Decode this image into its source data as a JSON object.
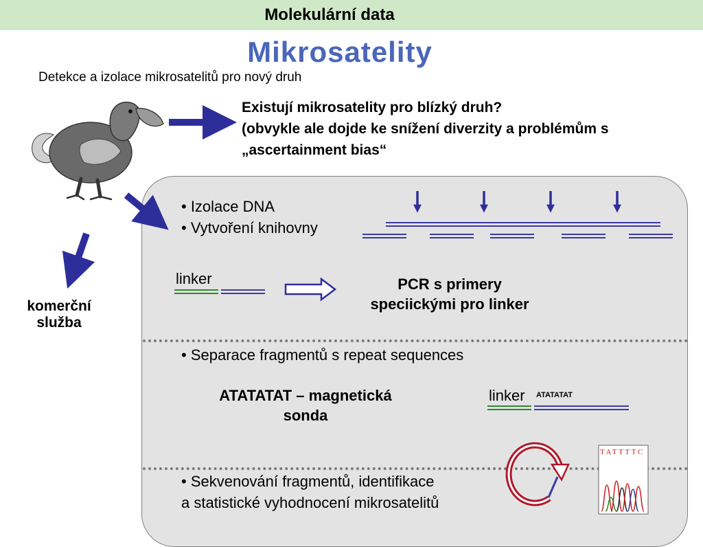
{
  "header": {
    "title": "Molekulární data"
  },
  "slide": {
    "title": "Mikrosatelity",
    "subtitle": "Detekce a izolace mikrosatelitů pro nový druh"
  },
  "question": {
    "line1": "Existují mikrosatelity pro blízký druh?",
    "line2": "(obvykle ale dojde ke snížení diverzity a problémům s",
    "line3": "„ascertainment bias“"
  },
  "left": {
    "line1": "komerční",
    "line2": "služba"
  },
  "steps": {
    "step1": {
      "line1": "• Izolace DNA",
      "line2": "• Vytvoření knihovny"
    },
    "linker_label": "linker",
    "pcr": {
      "line1": "PCR s primery",
      "line2": "speciickými pro linker"
    },
    "step2": "• Separace fragmentů s repeat sequences",
    "probe": {
      "line1": "ATATATAT – magnetická",
      "line2": "sonda"
    },
    "linker_label2": "linker",
    "repeat_tag": "ATATATAT",
    "step3": {
      "line1": "• Sekvenování fragmentů, identifikace",
      "line2": "a statistické vyhodnocení  mikrosatelitů"
    }
  },
  "chromatogram": {
    "bases": "TATTTTC"
  },
  "colors": {
    "header_bg": "#cfe8c7",
    "title": "#4a67b8",
    "arrow": "#2e2e9a",
    "dna_blue": "#3a3aa8",
    "linker_green": "#2e8a2e",
    "cycle_red": "#b0182a",
    "panel_bg": "#e3e3e3"
  }
}
